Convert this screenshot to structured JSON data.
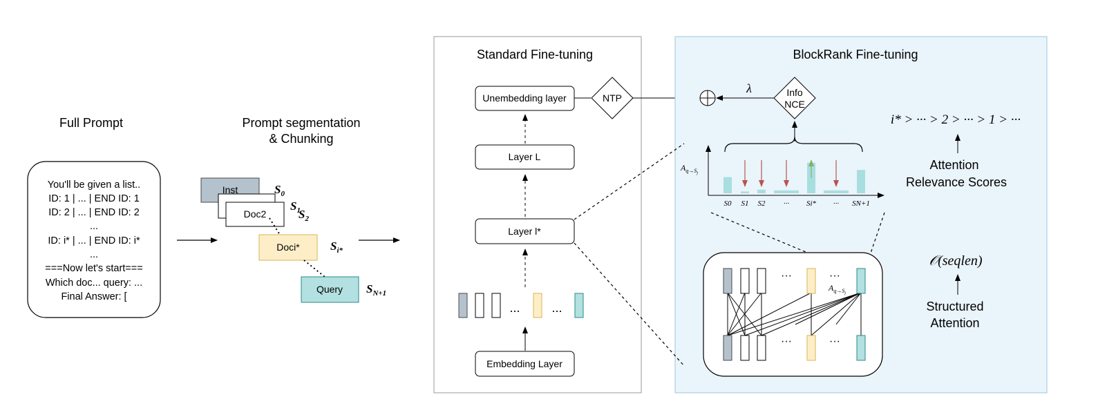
{
  "full_prompt": {
    "title": "Full Prompt",
    "lines": [
      "You'll be given a list..",
      "ID: 1 | ... | END ID: 1",
      "ID: 2 | ... | END ID: 2",
      "...",
      "ID: i* | ... | END ID: i*",
      "...",
      "===Now let's start===",
      "Which doc... query: ...",
      "Final Answer: ["
    ]
  },
  "segmentation": {
    "title_line1": "Prompt segmentation",
    "title_line2": "& Chunking",
    "chunks": {
      "inst": "Inst",
      "doc1": "",
      "doc2": "Doc2",
      "doci": "Doci*",
      "query": "Query"
    },
    "labels": {
      "s0": "S",
      "s0_sub": "0",
      "s1": "S",
      "s1_sub": "1",
      "s2": "S",
      "s2_sub": "2",
      "si": "S",
      "si_sub": "i*",
      "sn": "S",
      "sn_sub": "N+1"
    }
  },
  "standard": {
    "title": "Standard Fine-tuning",
    "unembedding": "Unembedding layer",
    "ntp": "NTP",
    "layer_l": "Layer L",
    "layer_istar": "Layer l*",
    "embedding": "Embedding Layer",
    "dots": "..."
  },
  "blockrank": {
    "title": "BlockRank Fine-tuning",
    "lambda": "λ",
    "info_nce_line1": "Info",
    "info_nce_line2": "NCE",
    "ranking": "i* > ··· > 2 > ··· > 1 > ···",
    "attention_scores_line1": "Attention",
    "attention_scores_line2": "Relevance Scores",
    "complexity": "𝒪(seqlen)",
    "structured_line1": "Structured",
    "structured_line2": "Attention",
    "axis_label": "A",
    "axis_label_sub": "q→S",
    "axis_label_subsub": "j",
    "matrix_label": "A",
    "matrix_label_sub": "q→S",
    "matrix_label_subsub": "j",
    "bar_chart": {
      "tick_labels": [
        "S0",
        "S1",
        "S2",
        "···",
        "Si*",
        "···",
        "SN+1"
      ],
      "values": [
        0.45,
        0.05,
        0.1,
        0.08,
        0.85,
        0.08,
        0.65
      ],
      "arrows": [
        "none",
        "down",
        "down",
        "down",
        "up",
        "down",
        "none"
      ]
    },
    "dots": "···"
  },
  "colors": {
    "inst": "#b4c2cd",
    "doc": "#ffffff",
    "doci": "#fdeec7",
    "query": "#b3e0e0",
    "query_stroke": "#2a8a8a",
    "doci_stroke": "#d6b656",
    "panel_bg": "#eaf4fb",
    "panel_stroke": "#9cc4dd",
    "bar": "#a8dedf",
    "arrow_down": "#b85450",
    "arrow_up": "#82b366"
  }
}
